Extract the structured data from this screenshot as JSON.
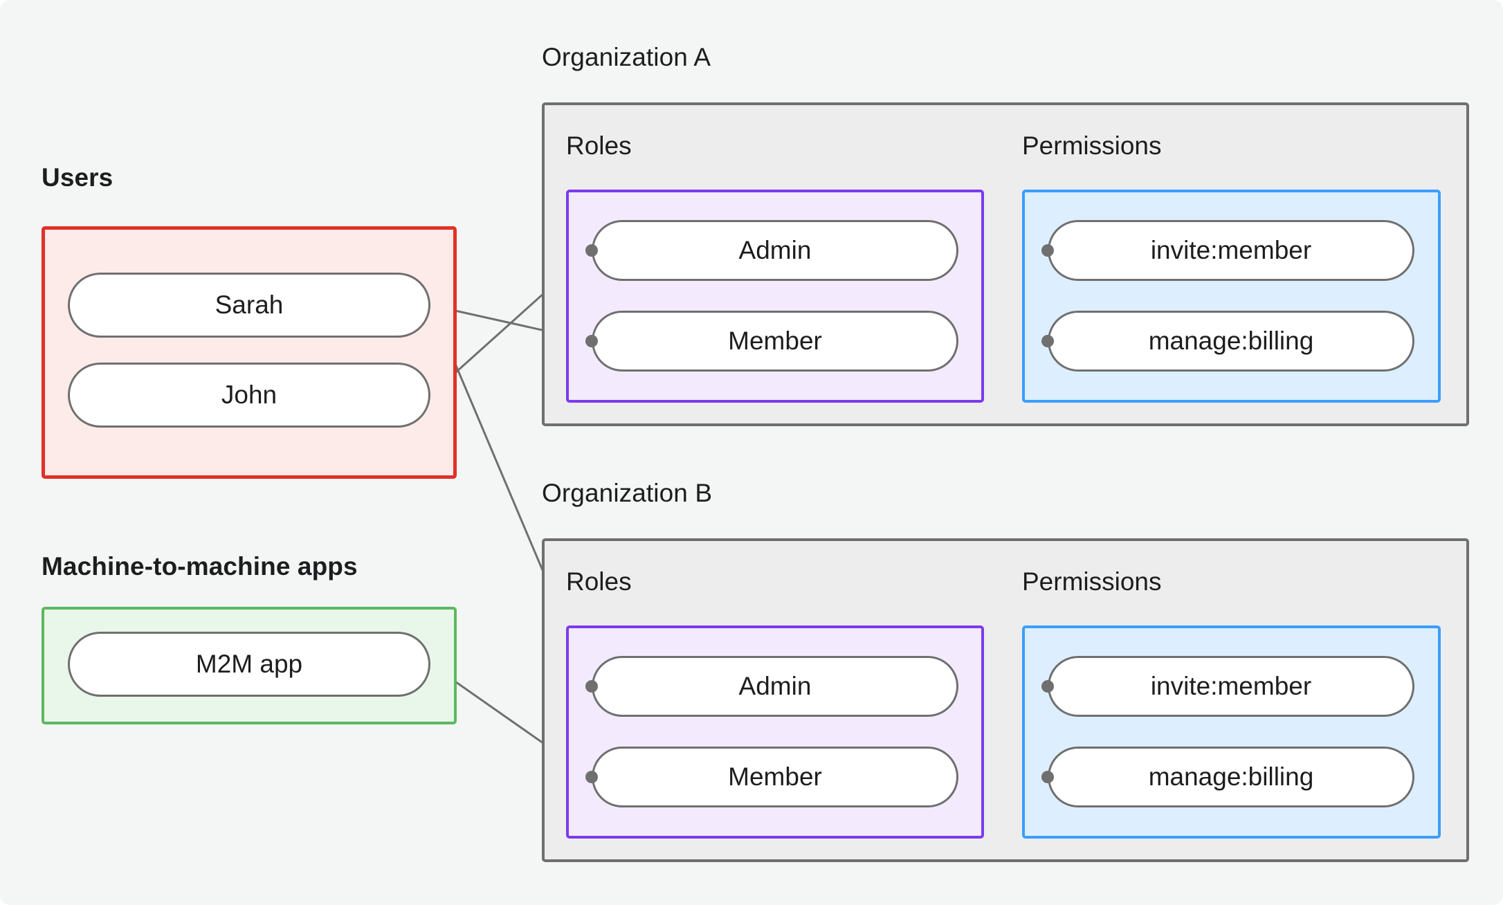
{
  "diagram": {
    "title_visible": false,
    "background_color": "#f4f6f5"
  },
  "colors": {
    "users_border": "#e03127",
    "users_fill": "#fdebe9",
    "m2m_border": "#5cb860",
    "m2m_fill": "#e9f7ea",
    "org_border": "#6f6f6f",
    "org_fill": "#ededed",
    "roles_border": "#7c3aed",
    "roles_fill": "#f4eafd",
    "permissions_border": "#3b9eff",
    "permissions_fill": "#ddefff",
    "node_border": "#6f6f6f",
    "node_fill": "#ffffff",
    "edge": "#6f6f6f",
    "text": "#1d1d1f"
  },
  "left_column": {
    "users": {
      "label": "Users",
      "nodes": [
        {
          "id": "sarah",
          "label": "Sarah"
        },
        {
          "id": "john",
          "label": "John"
        }
      ]
    },
    "machine_apps": {
      "label": "Machine-to-machine apps",
      "nodes": [
        {
          "id": "m2m",
          "label": "M2M app"
        }
      ]
    }
  },
  "organizations": [
    {
      "id": "org-a",
      "label": "Organization A",
      "roles": {
        "caption": "Roles",
        "nodes": [
          {
            "id": "a-admin",
            "label": "Admin"
          },
          {
            "id": "a-member",
            "label": "Member"
          }
        ]
      },
      "permissions": {
        "caption": "Permissions",
        "nodes": [
          {
            "id": "a-invite",
            "label": "invite:member"
          },
          {
            "id": "a-manage",
            "label": "manage:billing"
          }
        ]
      }
    },
    {
      "id": "org-b",
      "label": "Organization B",
      "roles": {
        "caption": "Roles",
        "nodes": [
          {
            "id": "b-admin",
            "label": "Admin"
          },
          {
            "id": "b-member",
            "label": "Member"
          }
        ]
      },
      "permissions": {
        "caption": "Permissions",
        "nodes": [
          {
            "id": "b-invite",
            "label": "invite:member"
          },
          {
            "id": "b-manage",
            "label": "manage:billing"
          }
        ]
      }
    }
  ],
  "edges": [
    {
      "from": "sarah",
      "to": "a-member"
    },
    {
      "from": "sarah",
      "to": "b-admin"
    },
    {
      "from": "john",
      "to": "a-admin"
    },
    {
      "from": "m2m",
      "to": "b-member"
    },
    {
      "from": "a-admin",
      "to": "a-invite"
    },
    {
      "from": "a-admin",
      "to": "a-manage"
    },
    {
      "from": "a-member",
      "to": "a-manage"
    },
    {
      "from": "b-admin",
      "to": "b-invite"
    },
    {
      "from": "b-admin",
      "to": "b-manage"
    },
    {
      "from": "b-member",
      "to": "b-manage"
    }
  ]
}
